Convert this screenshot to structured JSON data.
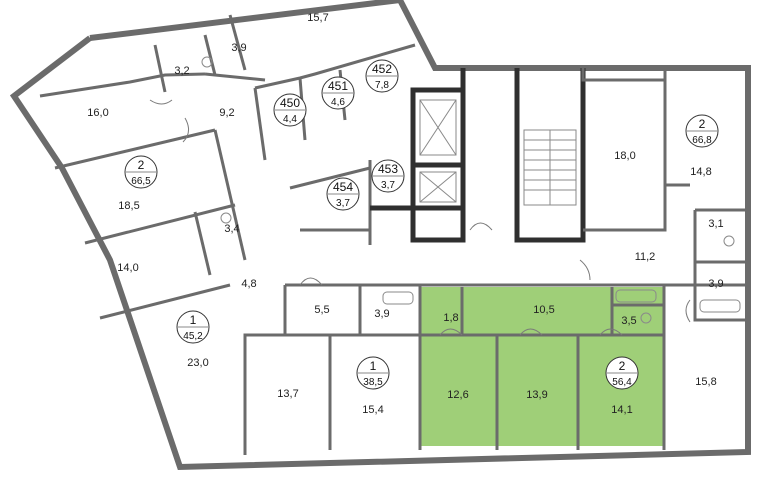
{
  "colors": {
    "wall": "#6b6b6b",
    "highlight": "#9fcf78",
    "dark_wall": "#2f2f2f"
  },
  "rooms": [
    {
      "id": "r1",
      "label": "15,7"
    },
    {
      "id": "r2",
      "label": "3,9"
    },
    {
      "id": "r3",
      "label": "3,2"
    },
    {
      "id": "r4",
      "label": "16,0"
    },
    {
      "id": "r5",
      "label": "9,2"
    },
    {
      "id": "r6",
      "label": "18,5"
    },
    {
      "id": "r7",
      "label": "3,4"
    },
    {
      "id": "r8",
      "label": "14,0"
    },
    {
      "id": "r9",
      "label": "4,8"
    },
    {
      "id": "r10",
      "label": "23,0"
    },
    {
      "id": "r11",
      "label": "5,5"
    },
    {
      "id": "r12",
      "label": "3,9"
    },
    {
      "id": "r13",
      "label": "13,7"
    },
    {
      "id": "r14",
      "label": "15,4"
    },
    {
      "id": "r15",
      "label": "1,8"
    },
    {
      "id": "r16",
      "label": "10,5"
    },
    {
      "id": "r17",
      "label": "3,5"
    },
    {
      "id": "r18",
      "label": "12,6"
    },
    {
      "id": "r19",
      "label": "13,9"
    },
    {
      "id": "r20",
      "label": "14,1"
    },
    {
      "id": "r21",
      "label": "15,8"
    },
    {
      "id": "r22",
      "label": "11,2"
    },
    {
      "id": "r23",
      "label": "18,0"
    },
    {
      "id": "r24",
      "label": "14,8"
    },
    {
      "id": "r25",
      "label": "3,1"
    },
    {
      "id": "r26",
      "label": "3,9"
    }
  ],
  "markers": [
    {
      "id": "m1",
      "top": "450",
      "bottom": "4,4"
    },
    {
      "id": "m2",
      "top": "451",
      "bottom": "4,6"
    },
    {
      "id": "m3",
      "top": "452",
      "bottom": "7,8"
    },
    {
      "id": "m4",
      "top": "453",
      "bottom": "3,7"
    },
    {
      "id": "m5",
      "top": "454",
      "bottom": "3,7"
    },
    {
      "id": "m6",
      "top": "2",
      "bottom": "66,5"
    },
    {
      "id": "m7",
      "top": "1",
      "bottom": "45,2"
    },
    {
      "id": "m8",
      "top": "1",
      "bottom": "38,5"
    },
    {
      "id": "m9",
      "top": "2",
      "bottom": "56,4"
    },
    {
      "id": "m10",
      "top": "2",
      "bottom": "66,8"
    }
  ]
}
